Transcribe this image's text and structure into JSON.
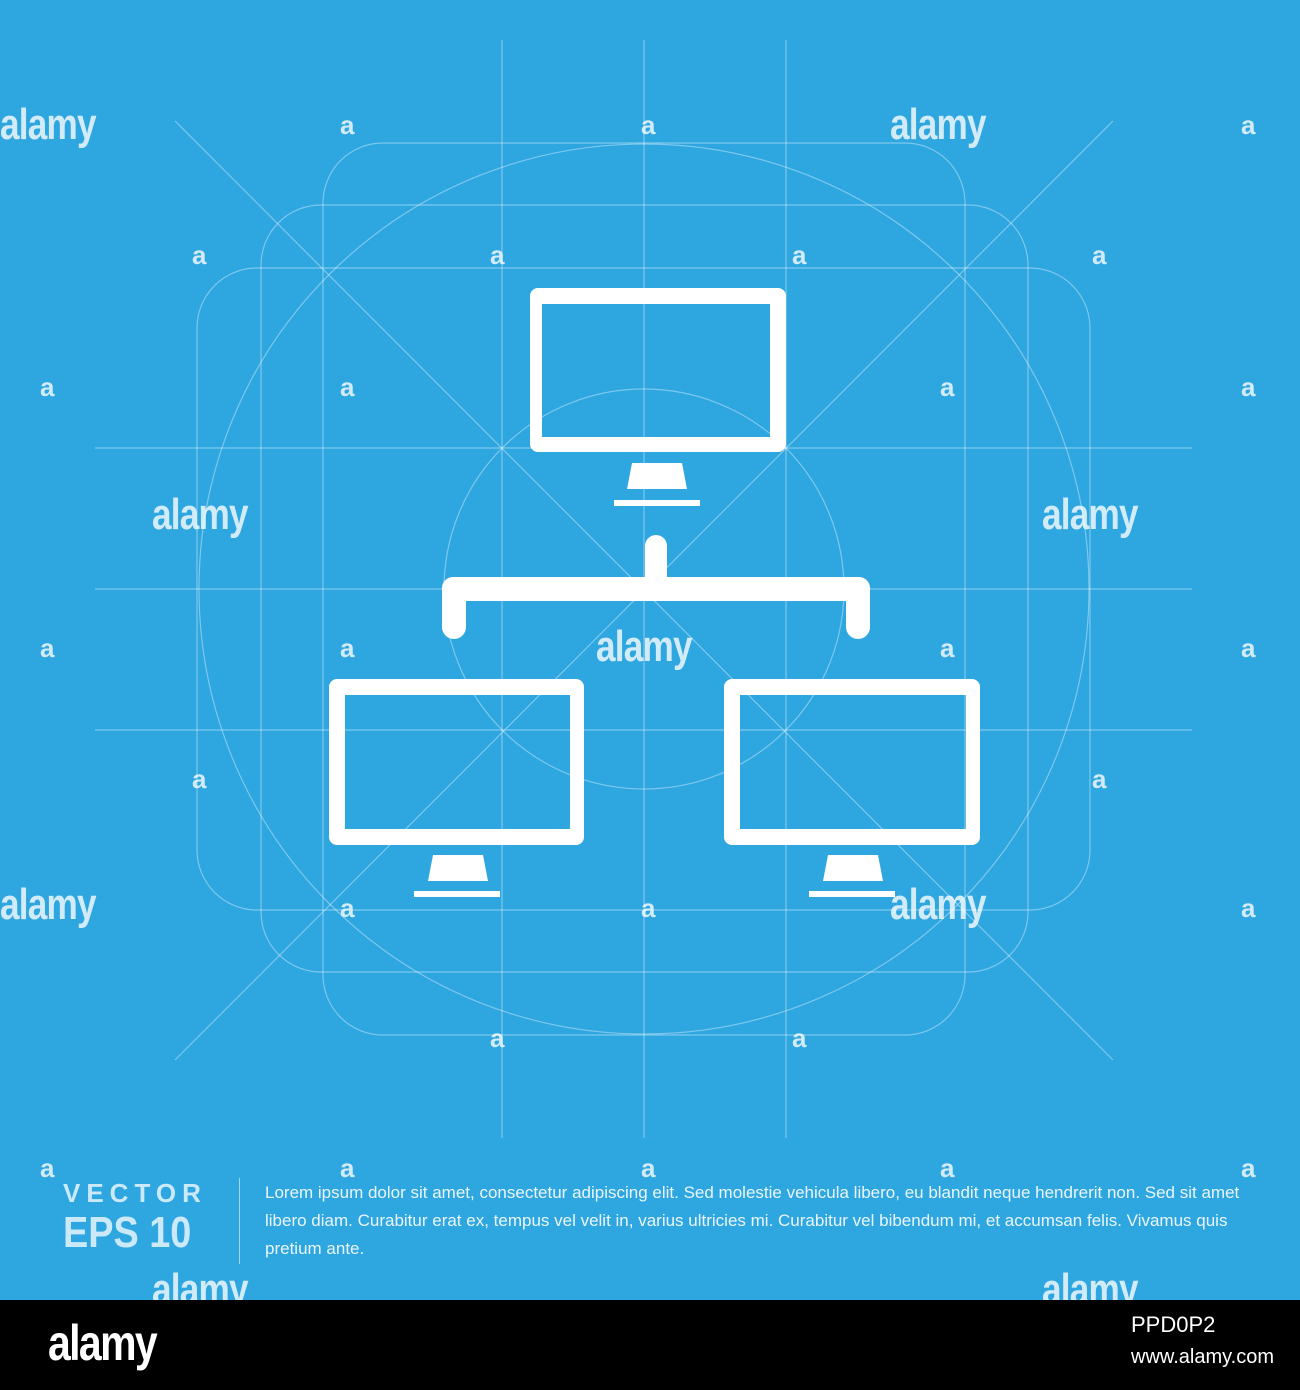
{
  "colors": {
    "background": "#2ea6e0",
    "icon": "#ffffff",
    "guide_lines": "rgba(255,255,255,0.35)",
    "bottom_bar": "#000000"
  },
  "icon": {
    "name": "computer-network-icon",
    "monitors": 3,
    "description_name": "monitor-icon"
  },
  "watermark": {
    "text": "alamy",
    "letter": "a"
  },
  "footer": {
    "vector_label": "VECTOR",
    "eps_label": "EPS 10",
    "body_text": "Lorem ipsum dolor sit amet, consectetur adipiscing elit. Sed molestie vehicula libero, eu blandit neque hendrerit non. Sed sit amet libero diam. Curabitur erat ex, tempus vel velit in, varius ultricies mi. Curabitur vel bibendum mi, et accumsan felis. Vivamus quis pretium ante."
  },
  "bottom_bar": {
    "logo": "alamy",
    "image_id": "PPD0P2",
    "url": "www.alamy.com"
  }
}
